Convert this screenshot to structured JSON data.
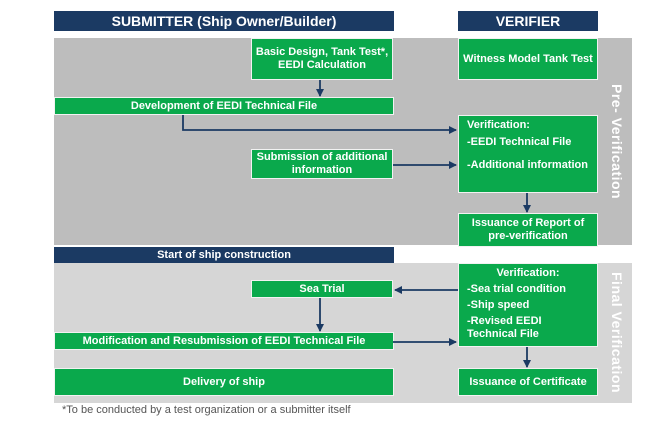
{
  "headers": {
    "submitter": "SUBMITTER (Ship Owner/Builder)",
    "verifier": "VERIFIER"
  },
  "sections": {
    "pre": "Pre- Verification",
    "final": "Final Verification"
  },
  "boxes": {
    "basic_design": "Basic Design, Tank Test*, EEDI Calculation",
    "witness": "Witness Model Tank Test",
    "development": "Development of EEDI Technical File",
    "submission": "Submission of additional information",
    "issuance_report": "Issuance of Report of pre-verification",
    "start_construction": "Start of ship construction",
    "sea_trial": "Sea Trial",
    "modification": "Modification and Resubmission of EEDI Technical File",
    "delivery": "Delivery of ship",
    "issuance_cert": "Issuance of Certificate"
  },
  "pre_verification": {
    "title": "Verification:",
    "items": [
      "-EEDI Technical File",
      "-Additional information"
    ]
  },
  "final_verification": {
    "title": "Verification:",
    "items": [
      "-Sea trial condition",
      "-Ship speed",
      "-Revised EEDI Technical File"
    ]
  },
  "footnote": "*To be conducted by a test organization or a submitter itself",
  "colors": {
    "navy": "#1b3a63",
    "green": "#0aa94c",
    "pre_bg": "#bdbdbd",
    "final_bg": "#d6d6d6"
  }
}
